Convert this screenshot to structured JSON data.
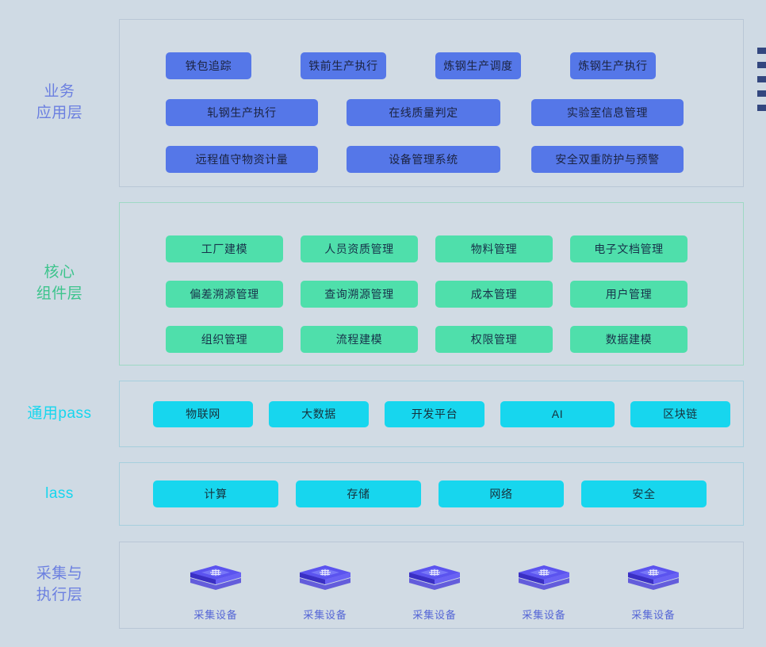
{
  "page": {
    "background_color": "#cfdae4",
    "panel_color": "#d1dbe4"
  },
  "layers": [
    {
      "id": "business",
      "label_lines": [
        "业务",
        "应用层"
      ],
      "label_color": "#6b7fe0",
      "chip_color": "#5577e8",
      "rows": [
        [
          "铁包追踪",
          "铁前生产执行",
          "炼钢生产调度",
          "炼钢生产执行"
        ],
        [
          "轧钢生产执行",
          "在线质量判定",
          "实验室信息管理"
        ],
        [
          "远程值守物资计量",
          "设备管理系统",
          "安全双重防护与预警"
        ]
      ]
    },
    {
      "id": "core",
      "label_lines": [
        "核心",
        "组件层"
      ],
      "label_color": "#3cc48c",
      "chip_color": "#4fdfab",
      "rows": [
        [
          "工厂建模",
          "人员资质管理",
          "物料管理",
          "电子文档管理"
        ],
        [
          "偏差溯源管理",
          "查询溯源管理",
          "成本管理",
          "用户管理"
        ],
        [
          "组织管理",
          "流程建模",
          "权限管理",
          "数据建模"
        ]
      ]
    },
    {
      "id": "paas",
      "label_lines": [
        "通用pass"
      ],
      "label_color": "#17d6ee",
      "chip_color": "#17d6ee",
      "rows": [
        [
          "物联网",
          "大数据",
          "开发平台",
          "AI",
          "区块链"
        ]
      ]
    },
    {
      "id": "iaas",
      "label_lines": [
        "lass"
      ],
      "label_color": "#17d6ee",
      "chip_color": "#17d6ee",
      "rows": [
        [
          "计算",
          "存储",
          "网络",
          "安全"
        ]
      ]
    },
    {
      "id": "device",
      "label_lines": [
        "采集与",
        "执行层"
      ],
      "label_color": "#6b7fe0",
      "chip_color": "#4a46e0",
      "devices": [
        {
          "icon": "device-cube-icon",
          "label": "采集设备"
        },
        {
          "icon": "device-cube-icon",
          "label": "采集设备"
        },
        {
          "icon": "device-cube-icon",
          "label": "采集设备"
        },
        {
          "icon": "device-cube-icon",
          "label": "采集设备"
        },
        {
          "icon": "device-cube-icon",
          "label": "采集设备"
        }
      ]
    }
  ],
  "edge_bullets": {
    "count": 5,
    "color": "#33477f"
  }
}
